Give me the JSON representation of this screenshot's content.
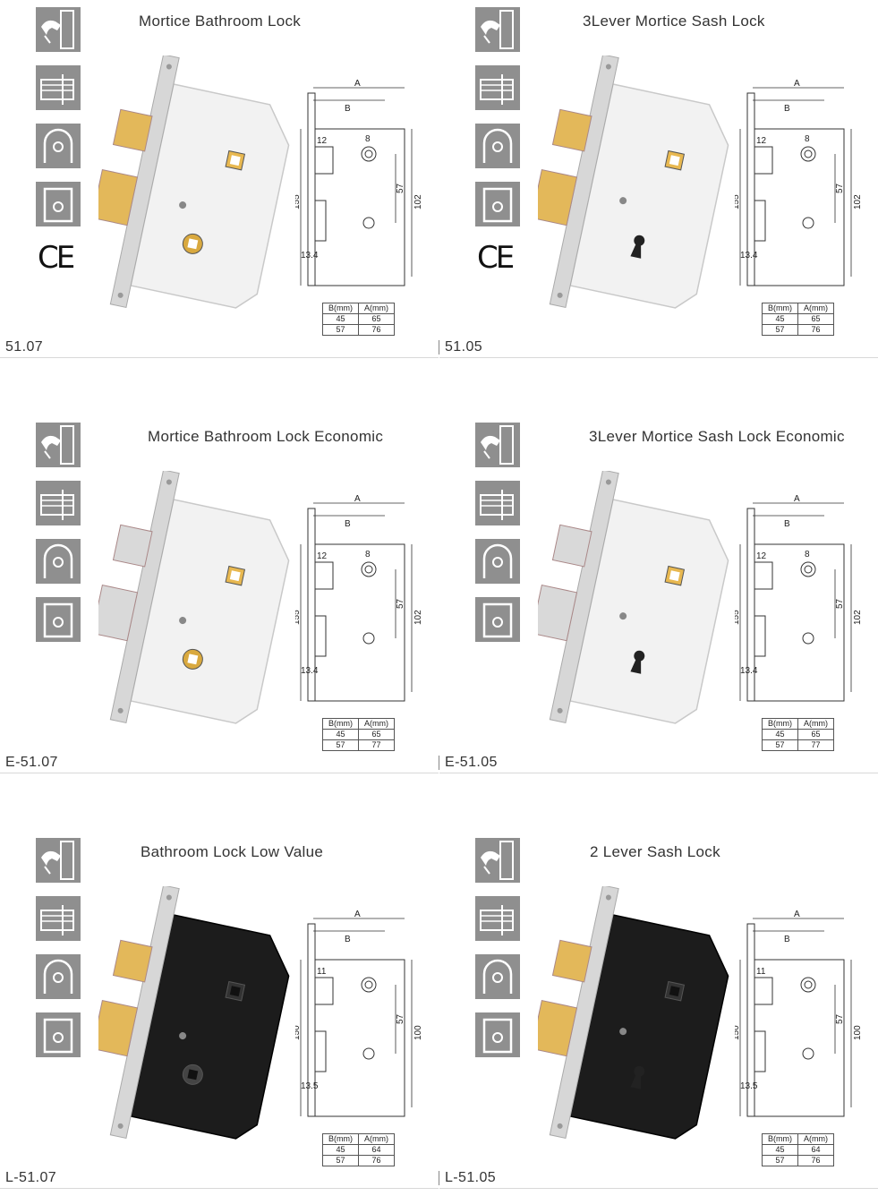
{
  "products": [
    {
      "title": "Mortice Bathroom Lock",
      "code": "51.07",
      "has_ce": true,
      "ce_label": "CE",
      "finish": "white",
      "bolt_color": "#e3b85a",
      "type": "bathroom",
      "dims": {
        "a": "A",
        "b": "B",
        "d12": "12",
        "d8": "8",
        "d155": "155",
        "d57": "57",
        "d102": "102",
        "d13": "13.4"
      },
      "table": {
        "headers": [
          "B(mm)",
          "A(mm)"
        ],
        "rows": [
          [
            "45",
            "65"
          ],
          [
            "57",
            "76"
          ]
        ]
      }
    },
    {
      "title": "3Lever Mortice Sash Lock",
      "code": "51.05",
      "has_ce": true,
      "ce_label": "CE",
      "finish": "white",
      "bolt_color": "#e3b85a",
      "type": "sash",
      "dims": {
        "a": "A",
        "b": "B",
        "d12": "12",
        "d8": "8",
        "d155": "155",
        "d57": "57",
        "d102": "102",
        "d13": "13.4"
      },
      "table": {
        "headers": [
          "B(mm)",
          "A(mm)"
        ],
        "rows": [
          [
            "45",
            "65"
          ],
          [
            "57",
            "76"
          ]
        ]
      }
    },
    {
      "title": "Mortice Bathroom Lock Economic",
      "code": "E-51.07",
      "has_ce": false,
      "finish": "white",
      "bolt_color": "#d9d9d9",
      "type": "bathroom",
      "dims": {
        "a": "A",
        "b": "B",
        "d12": "12",
        "d8": "8",
        "d155": "155",
        "d57": "57",
        "d102": "102",
        "d13": "13.4"
      },
      "table": {
        "headers": [
          "B(mm)",
          "A(mm)"
        ],
        "rows": [
          [
            "45",
            "65"
          ],
          [
            "57",
            "77"
          ]
        ]
      }
    },
    {
      "title": "3Lever Mortice Sash Lock Economic",
      "code": "E-51.05",
      "has_ce": false,
      "finish": "white",
      "bolt_color": "#d9d9d9",
      "type": "sash",
      "dims": {
        "a": "A",
        "b": "B",
        "d12": "12",
        "d8": "8",
        "d155": "155",
        "d57": "57",
        "d102": "102",
        "d13": "13.4"
      },
      "table": {
        "headers": [
          "B(mm)",
          "A(mm)"
        ],
        "rows": [
          [
            "45",
            "65"
          ],
          [
            "57",
            "77"
          ]
        ]
      }
    },
    {
      "title": "Bathroom Lock Low Value",
      "code": "L-51.07",
      "has_ce": false,
      "finish": "black",
      "bolt_color": "#e3b85a",
      "type": "bathroom",
      "dims": {
        "a": "A",
        "b": "B",
        "d12": "11",
        "d8": "",
        "d155": "150",
        "d57": "57",
        "d102": "100",
        "d13": "13.5"
      },
      "table": {
        "headers": [
          "B(mm)",
          "A(mm)"
        ],
        "rows": [
          [
            "45",
            "64"
          ],
          [
            "57",
            "76"
          ]
        ]
      }
    },
    {
      "title": "2 Lever Sash Lock",
      "code": "L-51.05",
      "has_ce": false,
      "finish": "black",
      "bolt_color": "#e3b85a",
      "type": "sash",
      "dims": {
        "a": "A",
        "b": "B",
        "d12": "11",
        "d8": "",
        "d155": "150",
        "d57": "57",
        "d102": "100",
        "d13": "13.5"
      },
      "table": {
        "headers": [
          "B(mm)",
          "A(mm)"
        ],
        "rows": [
          [
            "45",
            "64"
          ],
          [
            "57",
            "76"
          ]
        ]
      }
    }
  ],
  "icon_names": [
    "door-handle-icon",
    "latch-bolt-icon",
    "arch-door-icon",
    "square-door-icon"
  ]
}
